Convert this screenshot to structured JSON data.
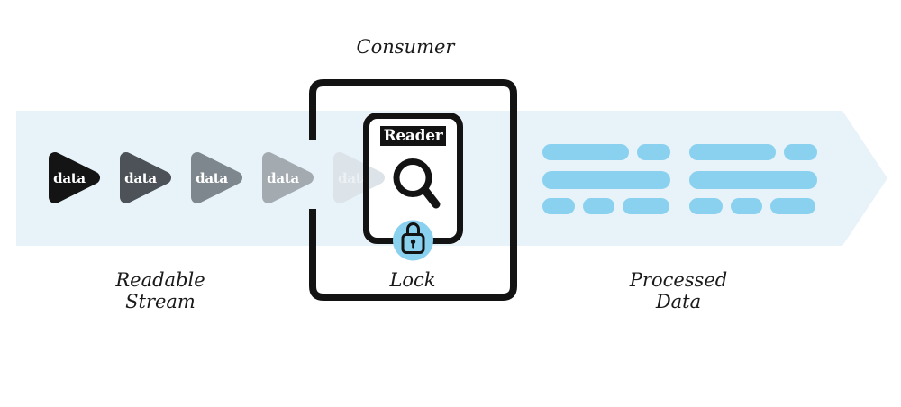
{
  "diagram": {
    "consumer_label": "Consumer",
    "reader_label": "Reader",
    "lock_label": "Lock",
    "readable_stream_label": {
      "line1": "Readable",
      "line2": "Stream"
    },
    "processed_data_label": {
      "line1": "Processed",
      "line2": "Data"
    },
    "stream_chunks": [
      {
        "label": "data",
        "fill": "#141414",
        "text_color": "#ffffff"
      },
      {
        "label": "data",
        "fill": "#4C5257",
        "text_color": "#ffffff"
      },
      {
        "label": "data",
        "fill": "#7E878D",
        "text_color": "#ffffff"
      },
      {
        "label": "data",
        "fill": "#A3ABB1",
        "text_color": "#ffffff"
      },
      {
        "label": "data",
        "fill": "#DCE4E9",
        "text_color": "#EDF1F4"
      }
    ],
    "processed_bar_groups": [
      {
        "rows": [
          [
            96,
            37
          ],
          [
            142
          ],
          [
            36,
            35,
            52
          ]
        ]
      },
      {
        "rows": [
          [
            96,
            37
          ],
          [
            142
          ],
          [
            37,
            35,
            50
          ]
        ]
      }
    ],
    "colors": {
      "band": "#E7F3F9",
      "bar": "#8AD1EF",
      "lock_circle": "#8AD1EF",
      "outline": "#131313",
      "background": "#ffffff"
    }
  }
}
